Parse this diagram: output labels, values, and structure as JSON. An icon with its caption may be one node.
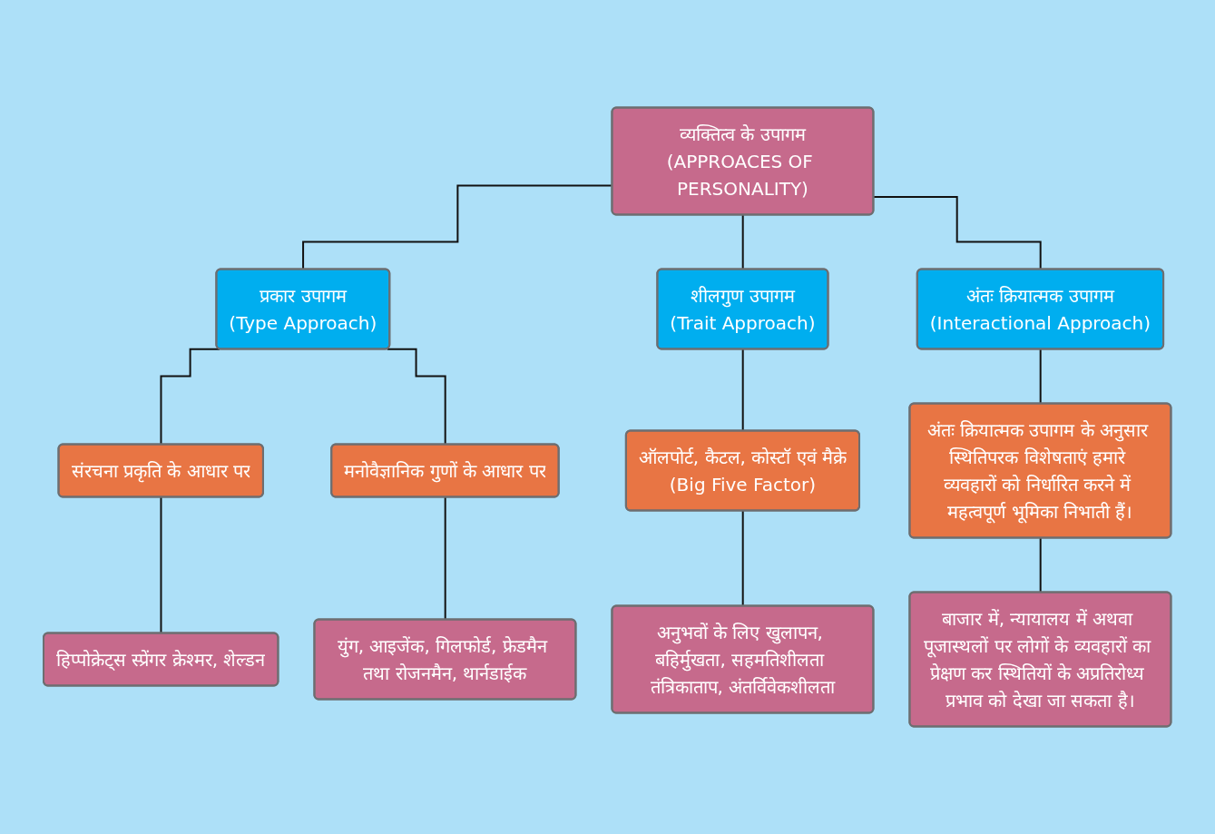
{
  "diagram": {
    "nodes": [
      {
        "text": [
          "व्यक्तित्व के उपागम",
          "(APPROACES OF PERSONALITY)"
        ]
      },
      {
        "text": [
          "प्रकार उपागम",
          "(Type Approach)"
        ]
      },
      {
        "text": [
          "शीलगुण उपागम",
          "(Trait Approach)"
        ]
      },
      {
        "text": [
          "अंतः क्रियात्मक उपागम",
          "(Interactional Approach)"
        ]
      },
      {
        "text": [
          "संरचना प्रकृति के आधार पर"
        ]
      },
      {
        "text": [
          "मनोवैज्ञानिक गुणों के आधार पर"
        ]
      },
      {
        "text": [
          "ऑलपोर्ट, कैटल, कोस्टॉ एवं मैक्रे",
          "(Big Five Factor)"
        ]
      },
      {
        "text": [
          "अंतः क्रियात्मक उपागम के अनुसार स्थितिपरक विशेषताएं हमारे व्यवहारों को निर्धारित करने में महत्वपूर्ण भूमिका निभाती हैं।"
        ]
      },
      {
        "text": [
          "हिप्पोक्रेट्स स्प्रेंगर क्रेश्मर, शेल्डन"
        ]
      },
      {
        "text": [
          "युंग, आइजेंक, गिलफोर्ड, फ्रेडमैन तथा रोजनमैन, थार्नडाईक"
        ]
      },
      {
        "text": [
          "अनुभवों के लिए खुलापन, बहिर्मुखता, सहमतिशीलता तंत्रिकाताप, अंतर्विवेकशीलता"
        ]
      },
      {
        "text": [
          "बाजार में, न्यायालय में अथवा पूजास्थलों पर लोगों के व्यवहारों का प्रेक्षण कर स्थितियों के अप्रतिरोध्य प्रभाव को देखा जा सकता है।"
        ]
      }
    ],
    "edges": [
      {
        "from": 0,
        "to": 1,
        "arrow": "none"
      },
      {
        "from": 0,
        "to": 2,
        "arrow": "none"
      },
      {
        "from": 0,
        "to": 3,
        "arrow": "none"
      },
      {
        "from": 1,
        "to": 4,
        "arrow": "none"
      },
      {
        "from": 1,
        "to": 5,
        "arrow": "none"
      },
      {
        "from": 2,
        "to": 6,
        "arrow": "none"
      },
      {
        "from": 3,
        "to": 7,
        "arrow": "none"
      },
      {
        "from": 4,
        "to": 8,
        "arrow": "none"
      },
      {
        "from": 5,
        "to": 9,
        "arrow": "none"
      },
      {
        "from": 6,
        "to": 10,
        "arrow": "none"
      },
      {
        "from": 7,
        "to": 11,
        "arrow": "none"
      }
    ]
  }
}
